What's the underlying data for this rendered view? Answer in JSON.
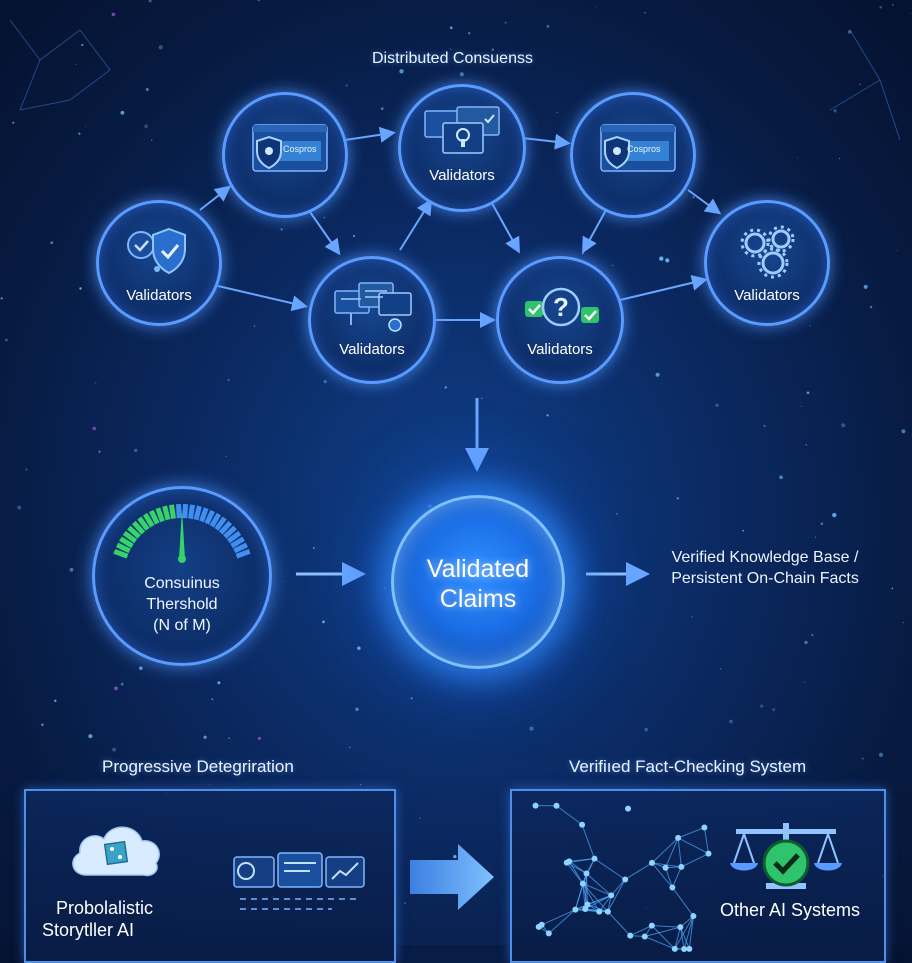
{
  "network": {
    "title": "Distributed Consuenss",
    "nodes": [
      {
        "id": "n1",
        "label": "Validators"
      },
      {
        "id": "n2",
        "label": "",
        "screen_text": "Cospros"
      },
      {
        "id": "n3",
        "label": "Validators"
      },
      {
        "id": "n4",
        "label": "",
        "screen_text": "Cospros"
      },
      {
        "id": "n5",
        "label": "Validators"
      },
      {
        "id": "n6",
        "label": "Validators"
      },
      {
        "id": "n7",
        "label": "Validators"
      }
    ]
  },
  "threshold": {
    "label_line1": "Consuinus",
    "label_line2": "Thershold",
    "label_line3": "(N of M)"
  },
  "core": {
    "label_line1": "Validated",
    "label_line2": "Claims"
  },
  "knowledge_base": {
    "line1": "Verified Knowledge Base /",
    "line2": "Persistent On-Chain Facts"
  },
  "bottom_left": {
    "title": "Progressive Detegriration",
    "label_line1": "Probolalistic",
    "label_line2": "Storytller AI"
  },
  "bottom_right": {
    "title": "Verifiıed Fact-Checking System",
    "label": "Other AI Systems"
  },
  "colors": {
    "accent": "#5a9bff",
    "check": "#2fc36b",
    "gauge_green": "#35d36a"
  }
}
